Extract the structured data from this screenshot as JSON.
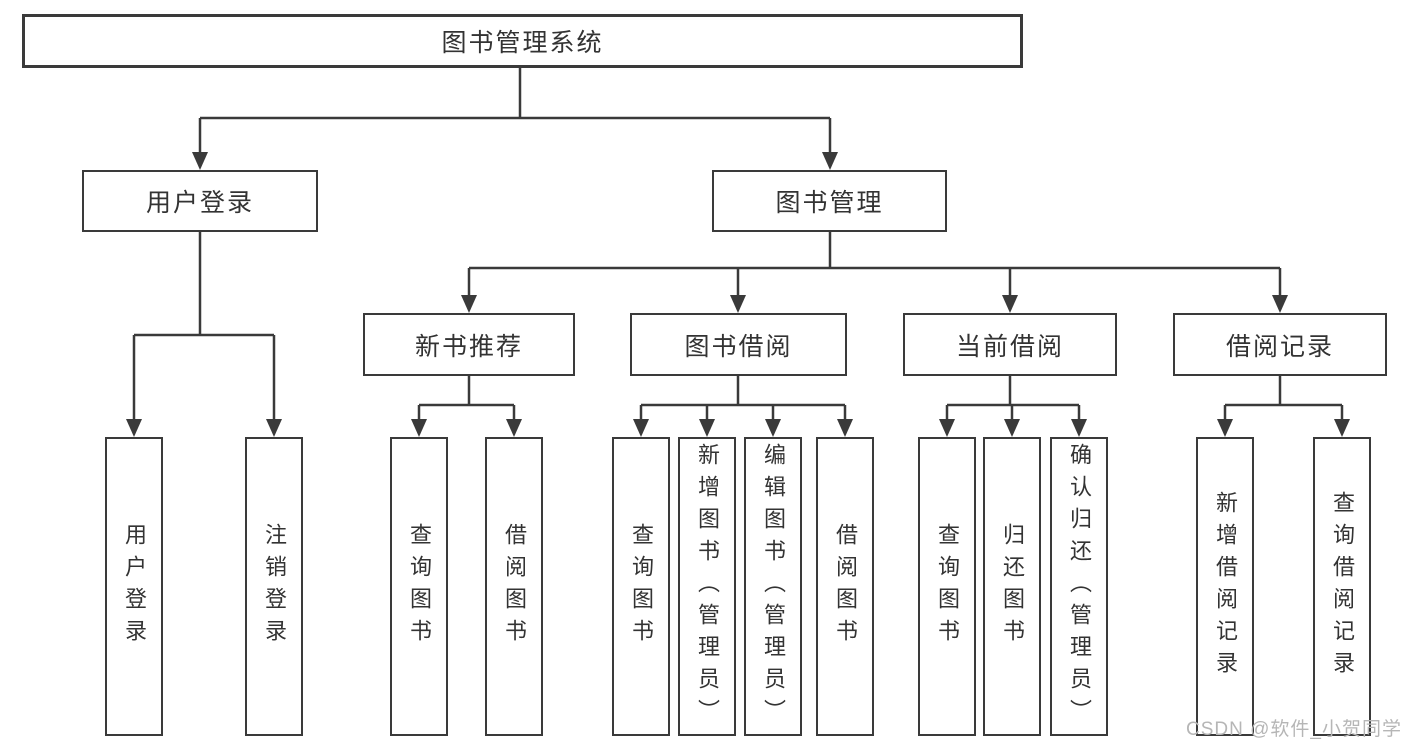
{
  "diagram_title": "图书管理系统",
  "tree": {
    "root": {
      "label": "图书管理系统"
    },
    "level2": [
      {
        "label": "用户登录",
        "children": [
          {
            "label": "用户登录"
          },
          {
            "label": "注销登录"
          }
        ]
      },
      {
        "label": "图书管理",
        "children": [
          {
            "label": "新书推荐",
            "children": [
              {
                "label": "查询图书"
              },
              {
                "label": "借阅图书"
              }
            ]
          },
          {
            "label": "图书借阅",
            "children": [
              {
                "label": "查询图书"
              },
              {
                "label": "新增图书（管理员）"
              },
              {
                "label": "编辑图书（管理员）"
              },
              {
                "label": "借阅图书"
              }
            ]
          },
          {
            "label": "当前借阅",
            "children": [
              {
                "label": "查询图书"
              },
              {
                "label": "归还图书"
              },
              {
                "label": "确认归还（管理员）"
              }
            ]
          },
          {
            "label": "借阅记录",
            "children": [
              {
                "label": "新增借阅记录"
              },
              {
                "label": "查询借阅记录"
              }
            ]
          }
        ]
      }
    ]
  },
  "watermark": {
    "text": "CSDN @软件_小贺同学"
  },
  "colors": {
    "line": "#3a3a3a",
    "text": "#333333",
    "watermark": "#b6b6b6",
    "background": "#ffffff"
  }
}
